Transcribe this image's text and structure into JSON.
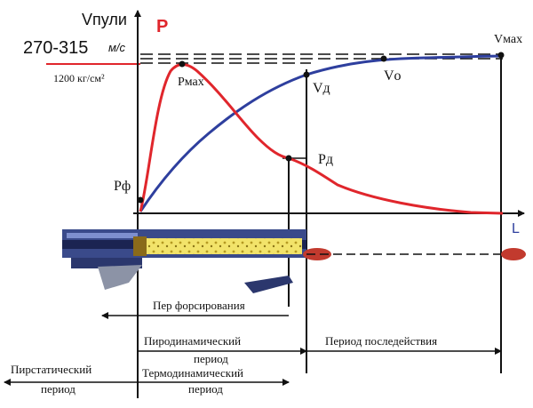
{
  "labels": {
    "v_axis": "Vпули",
    "p_axis": "P",
    "speed_range": "270-315",
    "speed_unit": "м/с",
    "pressure_value": "1200 кг/см²",
    "p_max": "Pмах",
    "v_d": "Vд",
    "v_o": "Vо",
    "v_max": "Vмах",
    "p_f": "Pф",
    "p_d": "Pд",
    "l_axis": "L"
  },
  "periods": {
    "forcing": "Пер форсирования",
    "pyrodynamic_line1": "Пиродинамический",
    "pyrodynamic_line2": "период",
    "aftereffect": "Период последействия",
    "pyrostatic_line1": "Пирстатический",
    "pyrostatic_line2": "период",
    "thermodynamic_line1": "Термодинамический",
    "thermodynamic_line2": "период"
  },
  "colors": {
    "pressure_curve": "#e0262c",
    "velocity_curve": "#2e3f9e",
    "axis": "#111111",
    "barrel": "#3a4a8a",
    "powder": "#f2e36a",
    "bullet": "#c23a2e"
  },
  "chart_data": {
    "type": "line",
    "x_label": "L",
    "series": [
      {
        "name": "P",
        "values": [
          0.0,
          0.9,
          1.0,
          0.55,
          0.33,
          0.14,
          0.04,
          0.0
        ]
      },
      {
        "name": "Vпули",
        "values": [
          0.0,
          0.35,
          0.6,
          0.8,
          0.9,
          0.97,
          1.0,
          1.0
        ]
      }
    ]
  }
}
